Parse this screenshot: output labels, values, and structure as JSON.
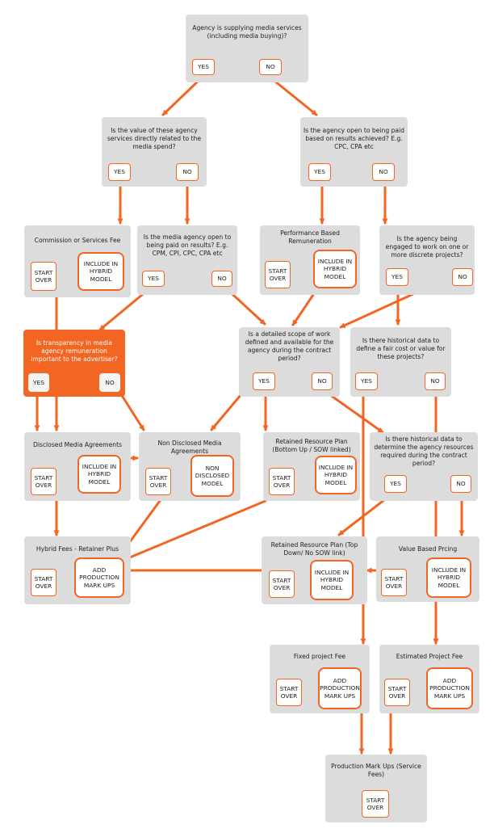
{
  "colors": {
    "accent": "#f26522",
    "box": "#dcdcdc",
    "button_bg": "#ffffff"
  },
  "labels": {
    "yes": "YES",
    "no": "NO",
    "start_over": "START OVER",
    "include_hybrid": "INCLUDE IN HYBRID MODEL",
    "non_disclosed_model": "NON DISCLOSED MODEL",
    "add_production": "ADD PRODUCTION MARK UPS"
  },
  "questions": {
    "supplying_media": "Agency is supplying media services (including media buying)?",
    "value_related": "Is the value of these agency services directly related to the media spend?",
    "open_results": "Is the agency open to being paid based on results achieved? E.g. CPC, CPA etc",
    "media_open_results": "Is the media agency open to being paid on results? E.g. CPM, CPI, CPC, CPA etc",
    "discrete_projects": "Is the agency being engaged to work on one or more discrete projects?",
    "transparency": "Is transparency in media agency remuneration important to the advertiser?",
    "scope_of_work": "Is a detailed scope of work defined and available for the agency during the contract period?",
    "historical_cost": "Is there historical data to define a fair cost or value for these projects?",
    "historical_resources": "Is there historical data to determine the agency resources required during the contract period?"
  },
  "outcomes": {
    "commission_fee": "Commission or Services Fee",
    "performance_remuneration": "Performance Based Remuneration",
    "disclosed_agreements": "Disclosed Media Agreements",
    "non_disclosed_agreements": "Non Disclosed Media Agreements",
    "retained_bottom_up": "Retained Resource Plan (Bottom Up / SOW linked)",
    "hybrid_retainer": "Hybrid Fees - Retainer Plus",
    "retained_top_down": "Retained Resource Plan (Top Down/ No SOW link)",
    "value_based": "Value Based Prcing",
    "fixed_project": "Fixed project Fee",
    "estimated_project": "Estimated Project Fee",
    "production_markups": "Production Mark Ups (Service Fees)"
  }
}
